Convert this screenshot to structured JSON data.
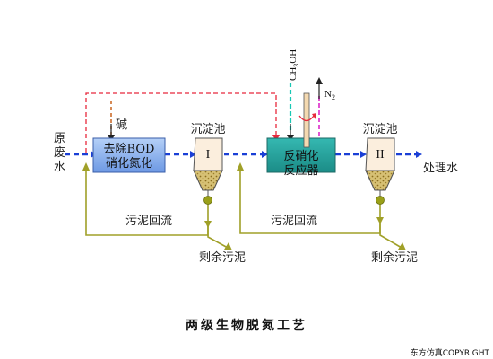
{
  "labels": {
    "raw_water_1": "原",
    "raw_water_2": "废",
    "raw_water_3": "水",
    "alkali": "碱",
    "tank1_line1": "去除BOD",
    "tank1_line2": "硝化氮化",
    "clarifier1_title": "沉淀池",
    "clarifier1_roman": "I",
    "methanol_ch": "CH",
    "methanol_sub": "3",
    "methanol_oh": "OH",
    "n2_main": "N",
    "n2_sub": "2",
    "reactor_line1": "反硝化",
    "reactor_line2": "反应器",
    "clarifier2_title": "沉淀池",
    "clarifier2_roman": "II",
    "treated_water": "处理水",
    "sludge_return_1": "污泥回流",
    "sludge_return_2": "污泥回流",
    "excess_sludge_1": "剩余污泥",
    "excess_sludge_2": "剩余污泥",
    "title": "两级生物脱氮工艺",
    "copyright": "东方仿真COPYRIGHT"
  },
  "colors": {
    "water_flow": "#1a3fd6",
    "air_line": "#e8283c",
    "alkali_line": "#c8641e",
    "methanol_line": "#18c8b4",
    "n2_line": "#e040d0",
    "sludge_line": "#a0a028",
    "tank1_fill": "#8fb6f0",
    "reactor_fill": "#2aa6a0",
    "clarifier_fill": "#fbeedd",
    "sludge_fill": "#c9b263",
    "valve_fill": "#9aa018",
    "rod_fill": "#f4d9b0"
  }
}
